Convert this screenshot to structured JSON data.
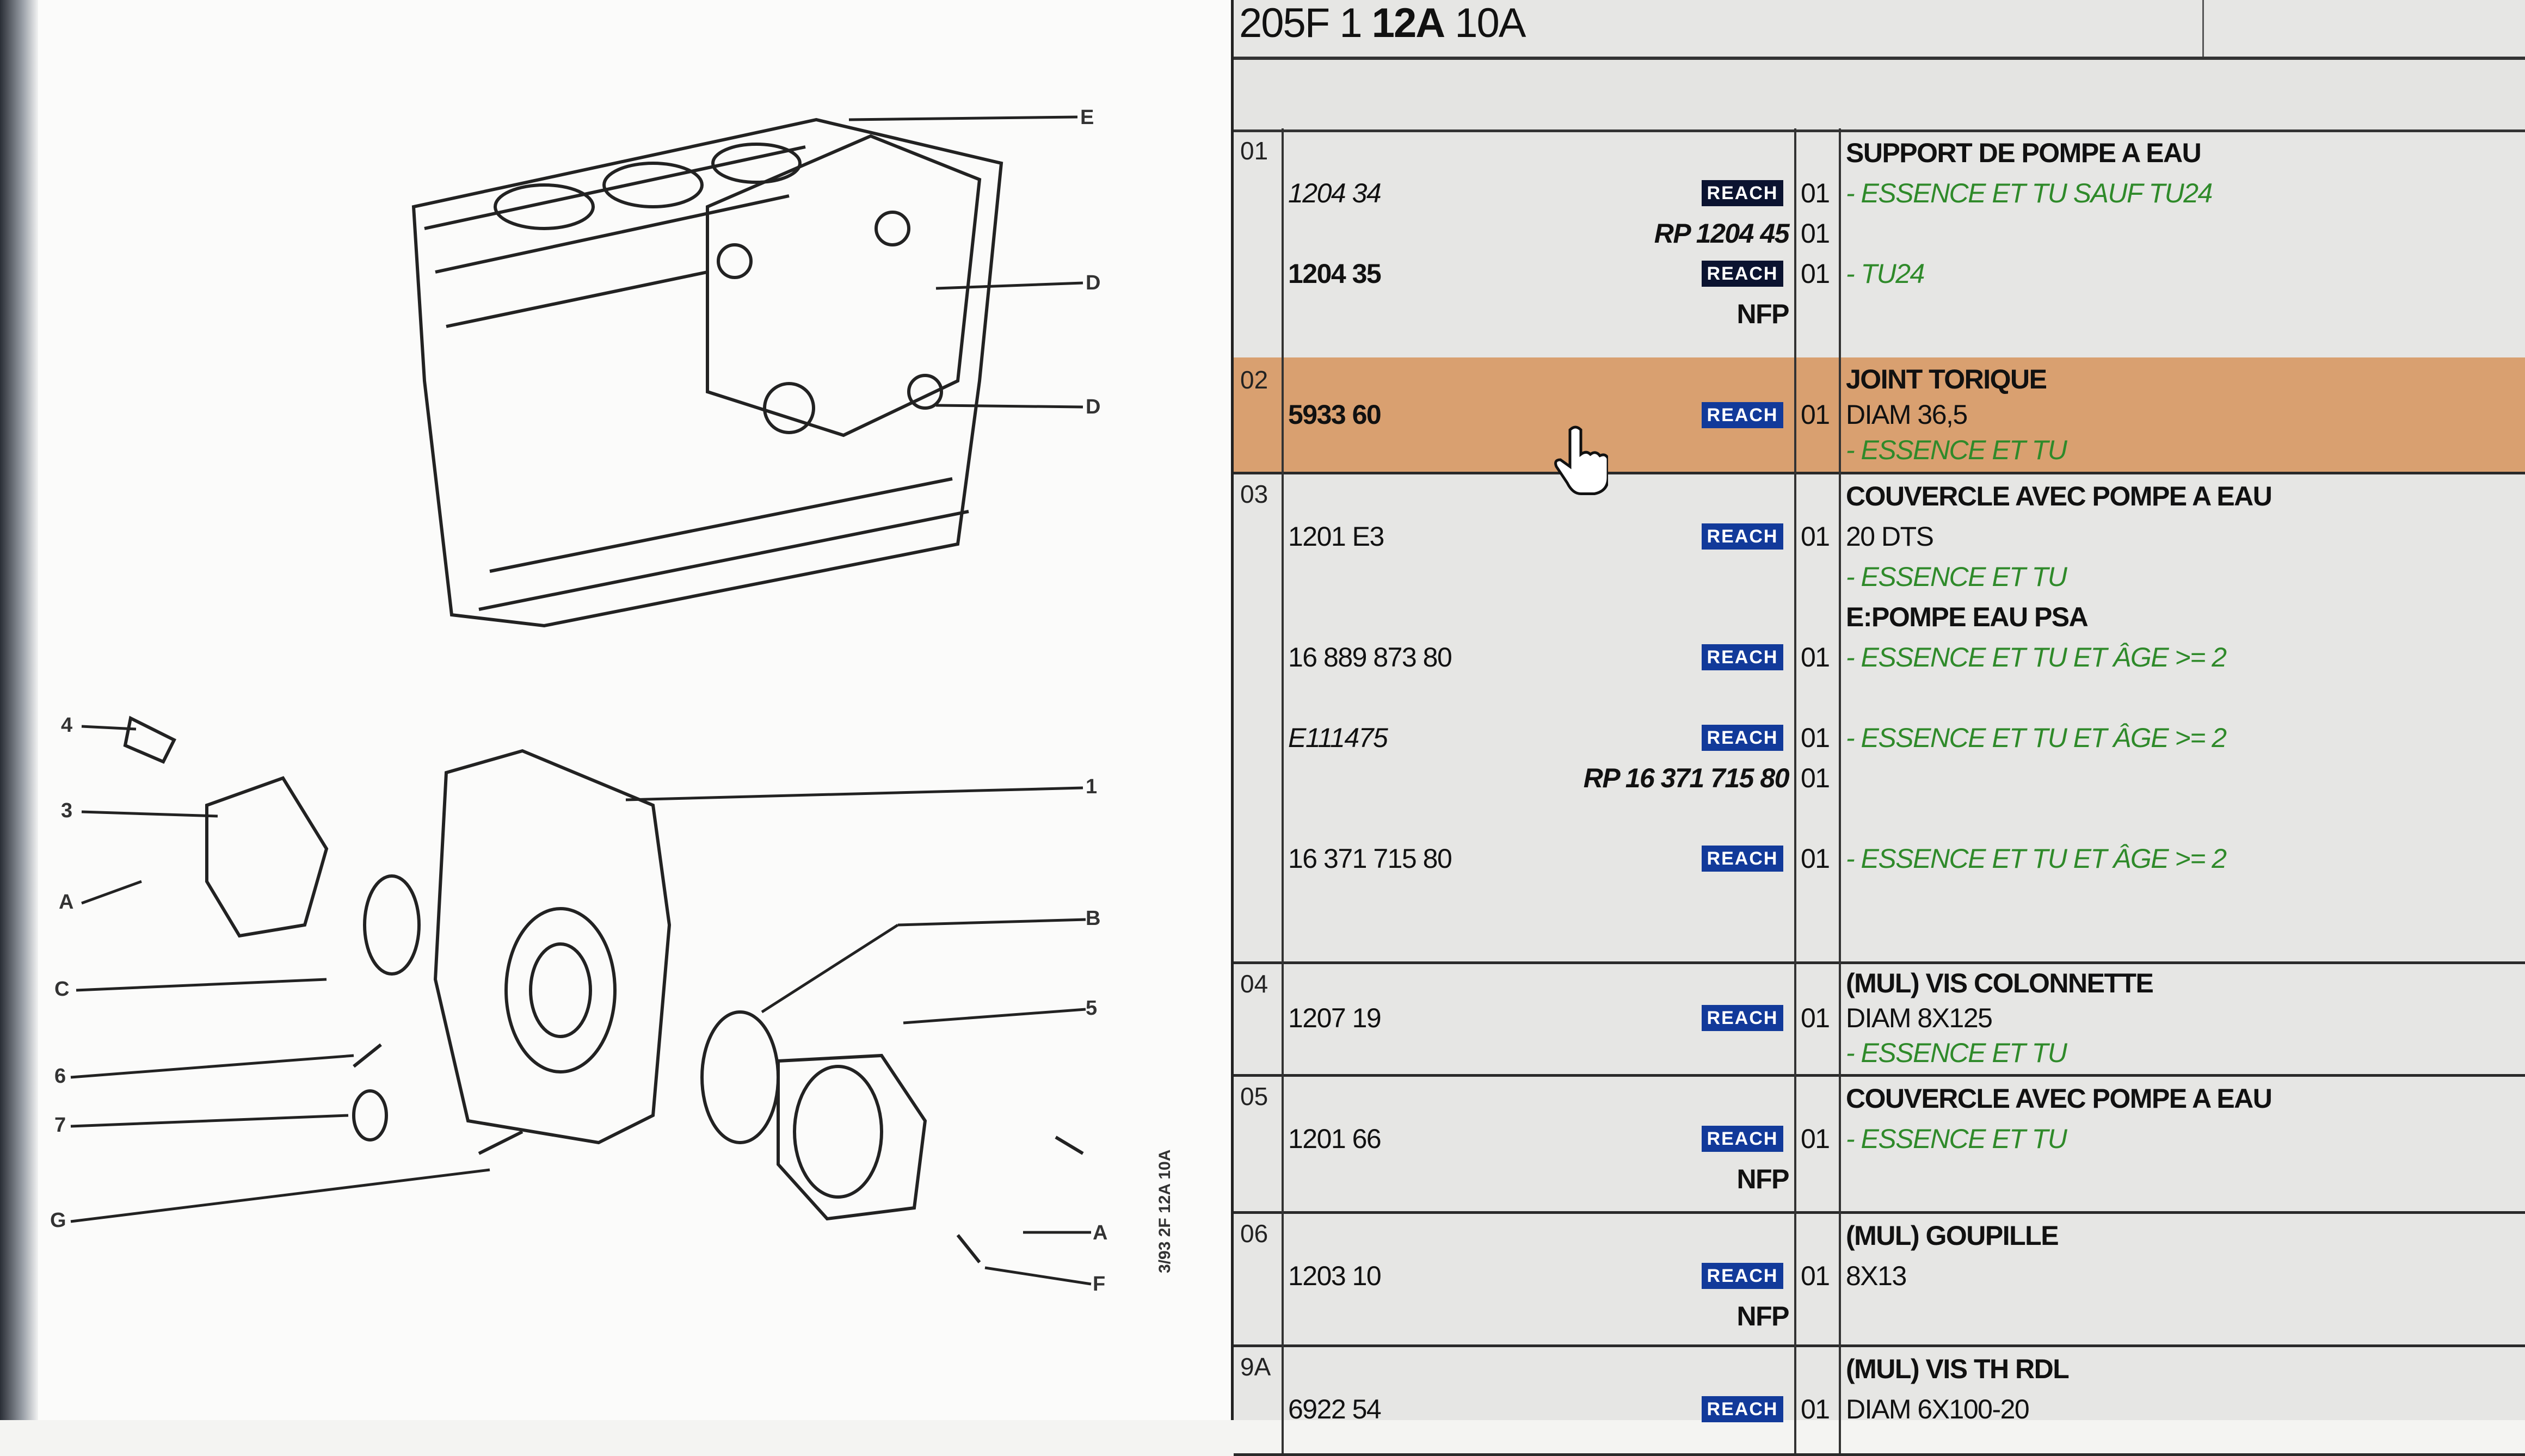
{
  "title": {
    "prefix": "205F 1 ",
    "bold": "12A",
    "suffix": " 10A"
  },
  "drawing": {
    "labels": {
      "E": "E",
      "D1": "D",
      "D2": "D",
      "n4": "4",
      "n3": "3",
      "A1": "A",
      "C": "C",
      "n6": "6",
      "n7": "7",
      "G": "G",
      "n1": "1",
      "B": "B",
      "n5": "5",
      "A2": "A",
      "F": "F"
    },
    "side_ref": "3/93 2F 12A 10A"
  },
  "colors": {
    "selected_row": "#d9a070",
    "reach_badge": "#123a9a",
    "variant_text": "#2f8a2a"
  },
  "rows": [
    {
      "item": "01",
      "lines": [
        {
          "desc": "SUPPORT DE POMPE A EAU",
          "desc_style": "bold"
        },
        {
          "part": "1204 34",
          "part_style": "italic",
          "badge": "REACH",
          "badge_style": "dark",
          "qty": "01",
          "desc": "- ESSENCE ET TU SAUF TU24",
          "desc_style": "green"
        },
        {
          "rp": "RP 1204 45",
          "qty": "01"
        },
        {
          "part": "1204 35",
          "part_style": "bold",
          "badge": "REACH",
          "badge_style": "dark",
          "qty": "01",
          "desc": "- TU24",
          "desc_style": "green"
        },
        {
          "nfp": "NFP"
        }
      ]
    },
    {
      "item": "02",
      "selected": true,
      "lines": [
        {
          "desc": "JOINT TORIQUE",
          "desc_style": "bold"
        },
        {
          "part": "5933 60",
          "part_style": "bold",
          "badge": "REACH",
          "qty": "01",
          "desc": "DIAM 36,5"
        },
        {
          "desc": "- ESSENCE ET TU",
          "desc_style": "green"
        }
      ]
    },
    {
      "item": "03",
      "lines": [
        {
          "desc": "COUVERCLE AVEC POMPE A EAU",
          "desc_style": "bold"
        },
        {
          "part": "1201 E3",
          "badge": "REACH",
          "qty": "01",
          "desc": "20 DTS"
        },
        {
          "desc": "- ESSENCE ET TU",
          "desc_style": "green"
        },
        {
          "desc": "E:POMPE EAU PSA",
          "desc_style": "bold"
        },
        {
          "part": "16 889 873 80",
          "badge": "REACH",
          "qty": "01",
          "desc": "- ESSENCE ET TU ET ÂGE >= 2",
          "desc_style": "green"
        },
        {},
        {
          "part": "E111475",
          "part_style": "italic",
          "badge": "REACH",
          "qty": "01",
          "desc": "- ESSENCE ET TU ET ÂGE >= 2",
          "desc_style": "green"
        },
        {
          "rp": "RP 16 371 715 80",
          "qty": "01"
        },
        {},
        {
          "part": "16 371 715 80",
          "badge": "REACH",
          "qty": "01",
          "desc": "- ESSENCE ET TU ET ÂGE >= 2",
          "desc_style": "green"
        }
      ]
    },
    {
      "item": "04",
      "lines": [
        {
          "desc": "(MUL) VIS COLONNETTE",
          "desc_style": "bold"
        },
        {
          "part": "1207 19",
          "badge": "REACH",
          "qty": "01",
          "desc": "DIAM 8X125"
        },
        {
          "desc": "- ESSENCE ET TU",
          "desc_style": "green"
        }
      ]
    },
    {
      "item": "05",
      "lines": [
        {
          "desc": "COUVERCLE AVEC POMPE A EAU",
          "desc_style": "bold"
        },
        {
          "part": "1201 66",
          "badge": "REACH",
          "qty": "01",
          "desc": "- ESSENCE ET TU",
          "desc_style": "green"
        },
        {
          "nfp": "NFP"
        }
      ]
    },
    {
      "item": "06",
      "lines": [
        {
          "desc": "(MUL) GOUPILLE",
          "desc_style": "bold"
        },
        {
          "part": "1203 10",
          "badge": "REACH",
          "qty": "01",
          "desc": "8X13"
        },
        {
          "nfp": "NFP"
        }
      ]
    },
    {
      "item": "9A",
      "lines": [
        {
          "desc": "(MUL) VIS TH RDL",
          "desc_style": "bold"
        },
        {
          "part": "6922 54",
          "badge": "REACH",
          "qty": "01",
          "desc": "DIAM 6X100-20"
        }
      ]
    }
  ]
}
